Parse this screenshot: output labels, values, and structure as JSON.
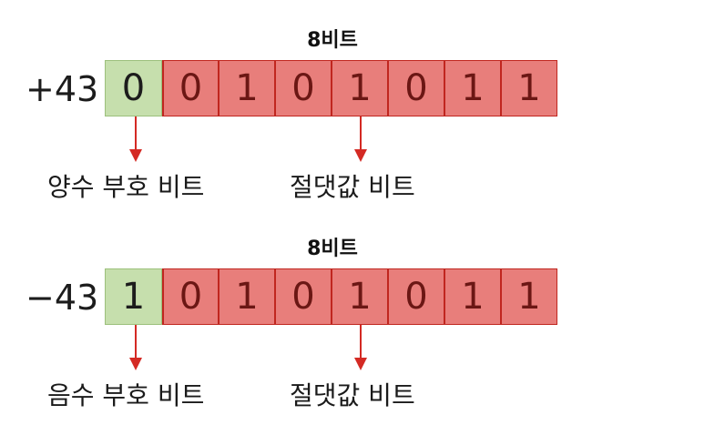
{
  "colors": {
    "sign_fill": "#c6dfad",
    "sign_border": "#9cc07c",
    "magnitude_fill": "#e87e7b",
    "magnitude_border": "#c0261f",
    "arrow": "#d42a24"
  },
  "diagrams": [
    {
      "title": "8비트",
      "number": "+43",
      "bits": [
        "0",
        "0",
        "1",
        "0",
        "1",
        "0",
        "1",
        "1"
      ],
      "sign_label": "양수 부호 비트",
      "magnitude_label": "절댓값 비트"
    },
    {
      "title": "8비트",
      "number": "−43",
      "bits": [
        "1",
        "0",
        "1",
        "0",
        "1",
        "0",
        "1",
        "1"
      ],
      "sign_label": "음수 부호 비트",
      "magnitude_label": "절댓값 비트"
    }
  ]
}
